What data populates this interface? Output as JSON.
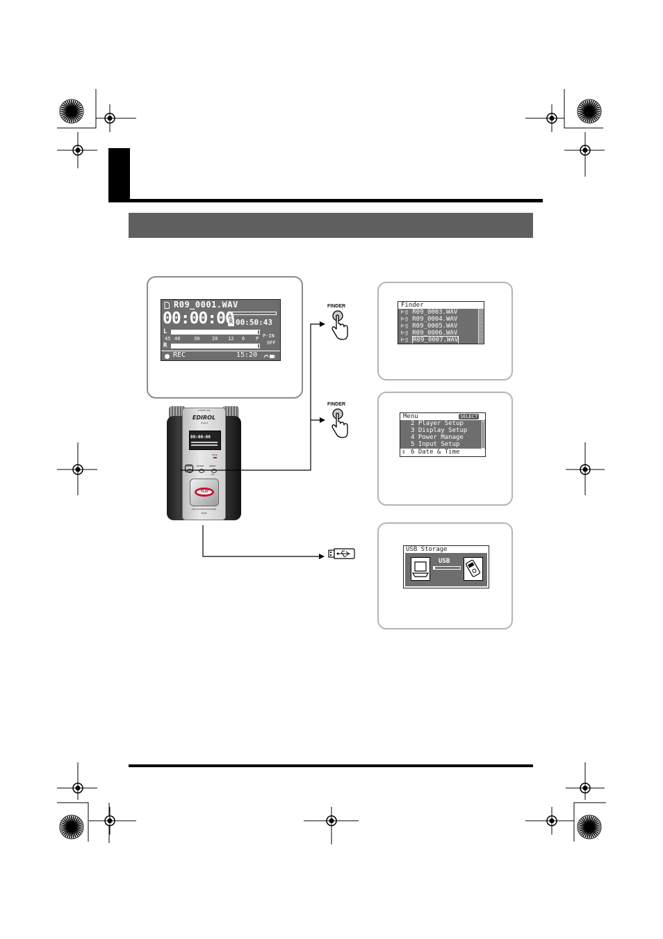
{
  "header": {
    "chapter_title": "",
    "section_title": ""
  },
  "finder_button": {
    "label": "FINDER"
  },
  "main_display": {
    "filename": "R09_0001.WAV",
    "counter": "00:00:00",
    "remain_marker": "R",
    "remaining_time": "00:50:43",
    "left_channel": "L",
    "right_channel": "R",
    "meter_scale": [
      "45",
      "40",
      "30",
      "20",
      "12",
      "6",
      "P"
    ],
    "plugin_label": "P-IN",
    "plugin_value": "OFF",
    "status": "REC",
    "clock": "15:20"
  },
  "device": {
    "brand": "EDIROL",
    "maker": "Roland",
    "model": "R-09",
    "product_name": "24bit WAVE/MP3 RECORDER",
    "top_label": "STEREO MIC",
    "peak_label": "PEAK",
    "finder_key": "FINDER",
    "reverb_key": "REVERB",
    "repeat_key": "REPEAT",
    "ab_label": "A-B",
    "play_key": "PLAY"
  },
  "finder_screen": {
    "title": "Finder",
    "items": [
      "R09_0003.WAV",
      "R09_0004.WAV",
      "R09_0005.WAV",
      "R09_0006.WAV",
      "R09_0007.WAV"
    ],
    "selected_index": 4
  },
  "menu_screen": {
    "title": "Menu",
    "badge": "SELECT",
    "items": [
      "2 Player Setup",
      "3 Display Setup",
      "4 Power Manage",
      "5 Input Setup",
      "6 Date & Time"
    ],
    "selected_index": 4
  },
  "usb_screen": {
    "title": "USB Storage",
    "label": "USB",
    "progress": 0.0
  },
  "icons": {
    "finder_button_top": "press-hand-icon",
    "finder_button_middle": "press-hand-icon",
    "usb_connector": "usb-plug-icon",
    "registration_marks": "crosshair-icon",
    "color_targets": "starburst-icon"
  },
  "colors": {
    "section_band": "#5f5f5f",
    "lcd": "#6e6e6e",
    "play_button": "#c0142a"
  }
}
